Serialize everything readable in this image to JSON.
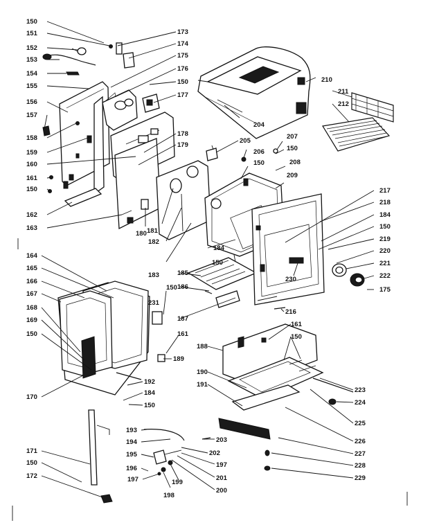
{
  "diagram": {
    "labels": {
      "l150a": "150",
      "l151": "151",
      "l152": "152",
      "l153": "153",
      "l154": "154",
      "l155": "155",
      "l156": "156",
      "l157": "157",
      "l158": "158",
      "l159": "159",
      "l160": "160",
      "l161a": "161",
      "l150b": "150",
      "l162": "162",
      "l163": "163",
      "l173": "173",
      "l174": "174",
      "l175a": "175",
      "l176": "176",
      "l150c": "150",
      "l177": "177",
      "l178": "178",
      "l179": "179",
      "l180": "180",
      "l181": "181",
      "l182": "182",
      "l183": "183",
      "l184a": "184",
      "l150d": "150",
      "l204": "204",
      "l205": "205",
      "l206": "206",
      "l150e": "150",
      "l207": "207",
      "l150f": "150",
      "l208": "208",
      "l209": "209",
      "l210": "210",
      "l211": "211",
      "l212": "212",
      "l217": "217",
      "l218": "218",
      "l184b": "184",
      "l150g": "150",
      "l219": "219",
      "l220": "220",
      "l221": "221",
      "l222": "222",
      "l175b": "175",
      "l230": "230",
      "l185": "185",
      "l186": "186",
      "l187": "187",
      "l216": "216",
      "l164": "164",
      "l165": "165",
      "l166": "166",
      "l167": "167",
      "l168": "168",
      "l169": "169",
      "l150h": "150",
      "l170": "170",
      "l150i": "150",
      "l231": "231",
      "l161b": "161",
      "l189": "189",
      "l192": "192",
      "l184c": "184",
      "l150j": "150",
      "l161c": "161",
      "l188": "188",
      "l150k": "150",
      "l190": "190",
      "l191": "191",
      "l223": "223",
      "l224": "224",
      "l225": "225",
      "l226": "226",
      "l227": "227",
      "l228": "228",
      "l229": "229",
      "l171": "171",
      "l150l": "150",
      "l172": "172",
      "l193": "193",
      "l194": "194",
      "l195": "195",
      "l196": "196",
      "l197a": "197",
      "l198": "198",
      "l199": "199",
      "l200": "200",
      "l201": "201",
      "l197b": "197",
      "l202": "202",
      "l203": "203"
    }
  }
}
